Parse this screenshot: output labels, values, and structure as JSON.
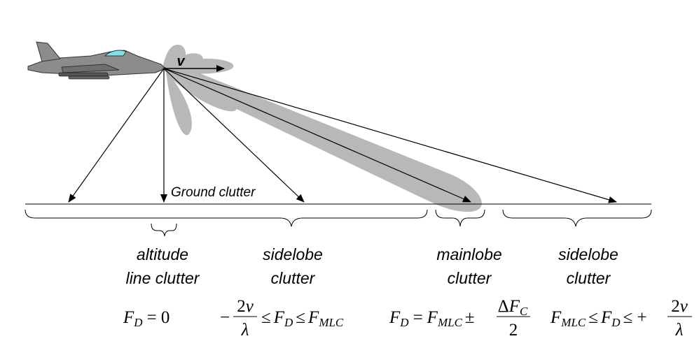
{
  "velocity_label": "v",
  "ground_label": "Ground clutter",
  "regions": [
    {
      "line1": "altitude",
      "line2": "line clutter"
    },
    {
      "line1": "sidelobe",
      "line2": "clutter"
    },
    {
      "line1": "mainlobe",
      "line2": "clutter"
    },
    {
      "line1": "sidelobe",
      "line2": "clutter"
    }
  ],
  "formulas": {
    "altitude": {
      "F": "F",
      "D": "D",
      "eq": "= 0"
    },
    "sidelobe_left": {
      "minus": "−",
      "num": "2",
      "v": "v",
      "den": "λ",
      "le1": "≤",
      "F": "F",
      "D": "D",
      "le2": "≤",
      "F2": "F",
      "MLC": "MLC"
    },
    "mainlobe": {
      "F": "F",
      "D": "D",
      "eq": "=",
      "F2": "F",
      "MLC": "MLC",
      "pm": "±",
      "delta": "Δ",
      "F3": "F",
      "C": "C",
      "den": "2"
    },
    "sidelobe_right": {
      "F": "F",
      "MLC": "MLC",
      "le1": "≤",
      "F2": "F",
      "D": "D",
      "le2": "≤ +",
      "num": "2",
      "v": "v",
      "den": "λ"
    }
  },
  "colors": {
    "beam": "#b8b8b8",
    "ink": "#000000",
    "aircraft": "#8c8c8c",
    "canopy": "#7fe3ee"
  }
}
